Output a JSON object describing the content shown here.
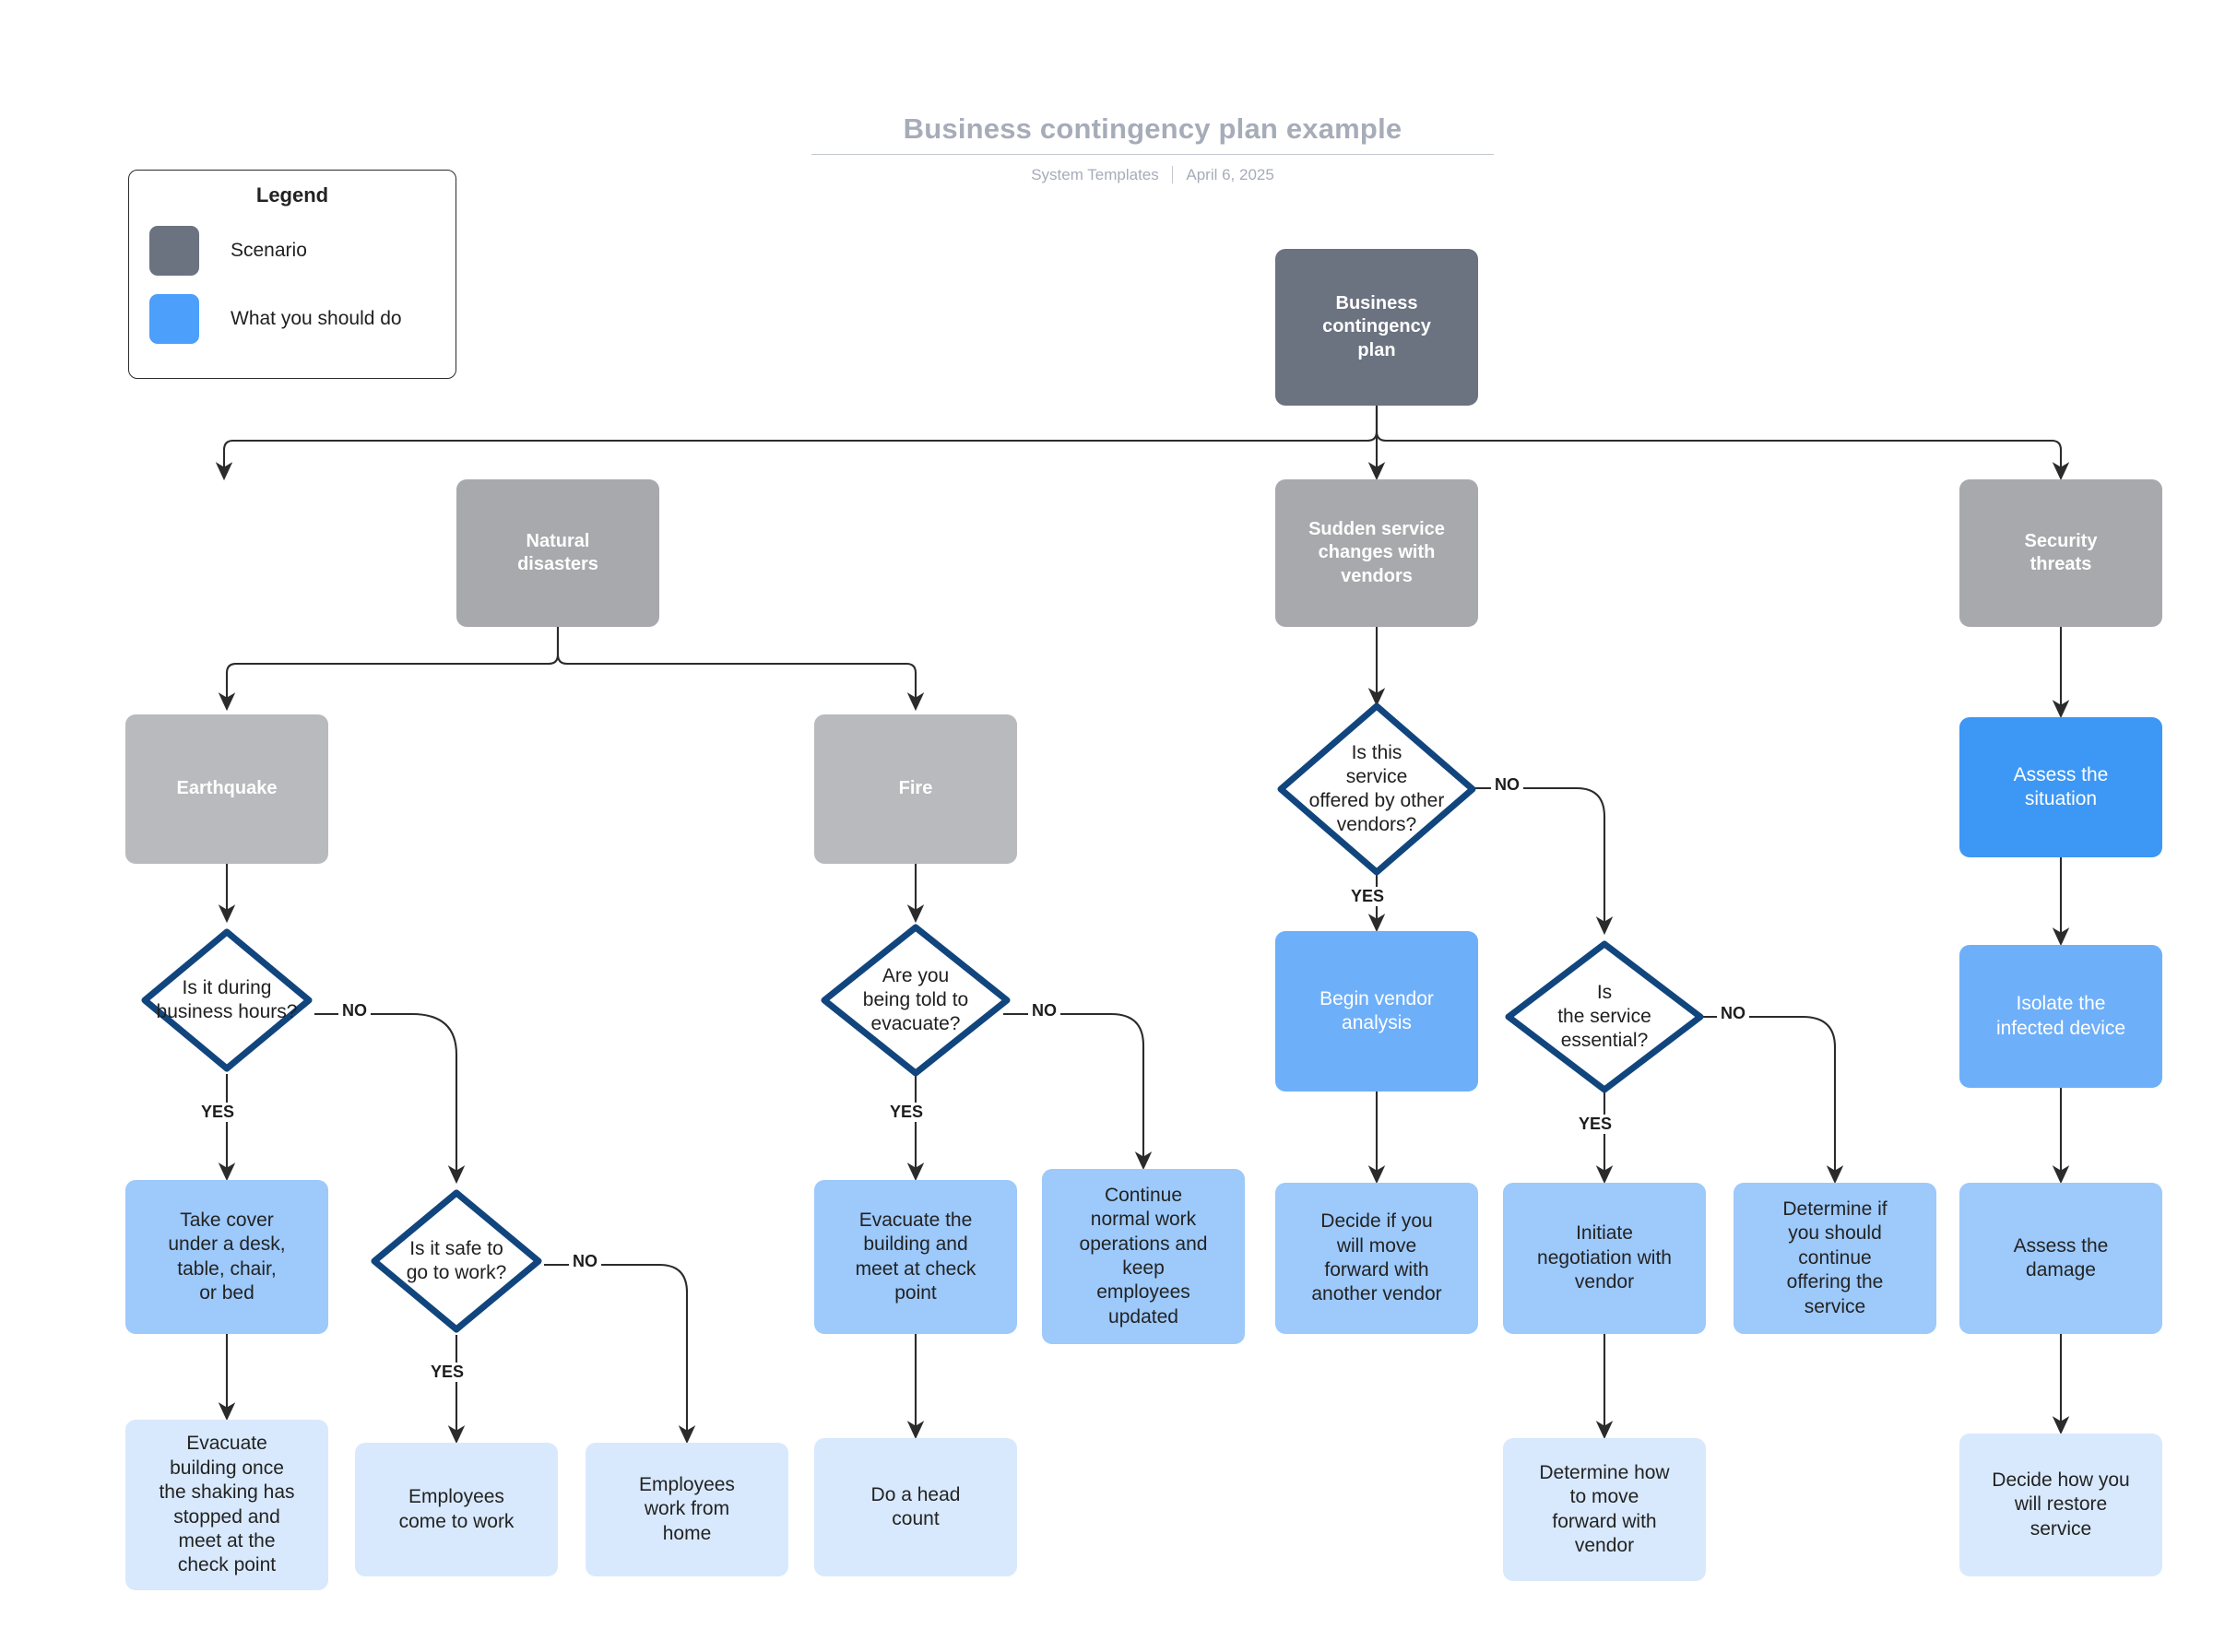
{
  "header": {
    "title": "Business contingency plan example",
    "author": "System Templates",
    "date": "April 6, 2025",
    "separator": "|"
  },
  "legend": {
    "title": "Legend",
    "items": [
      {
        "label": "Scenario",
        "color": "#6b7280",
        "swatch_name": "legend-swatch-scenario"
      },
      {
        "label": "What you should do",
        "color": "#4c9ffb",
        "swatch_name": "legend-swatch-action"
      }
    ]
  },
  "colors": {
    "scenario_root": "#6b7280",
    "scenario": "#a7a9ac",
    "scenario_sub": "#b8babd",
    "action_strong": "#3d97f5",
    "action_bright": "#6eaffa",
    "action_mid": "#9dc9fb",
    "action_light": "#d8e9fd",
    "decision_border": "#11457e",
    "connector": "#2b2b2b"
  },
  "nodes": {
    "root": "Business\ncontingency\nplan",
    "natural_disasters": "Natural\ndisasters",
    "vendor_changes": "Sudden service\nchanges with\nvendors",
    "security_threats": "Security\nthreats",
    "earthquake": "Earthquake",
    "fire": "Fire",
    "q_business_hours": "Is it during\nbusiness hours?",
    "q_safe_to_work": "Is it safe to\ngo to work?",
    "q_told_evacuate": "Are you\nbeing told to\nevacuate?",
    "q_other_vendors": "Is this\nservice\noffered by other\nvendors?",
    "q_service_essential": "Is\nthe service\nessential?",
    "take_cover": "Take cover\nunder a desk,\ntable, chair,\nor bed",
    "evacuate_after_shaking": "Evacuate\nbuilding once\nthe shaking has\nstopped and\nmeet at the\ncheck point",
    "employees_come_to_work": "Employees\ncome to work",
    "employees_work_from_home": "Employees\nwork from\nhome",
    "evacuate_building": "Evacuate the\nbuilding and\nmeet at check\npoint",
    "continue_normal_ops": "Continue\nnormal work\noperations and\nkeep\nemployees\nupdated",
    "do_head_count": "Do a head\ncount",
    "begin_vendor_analysis": "Begin vendor\nanalysis",
    "decide_move_forward": "Decide if you\nwill move\nforward with\nanother vendor",
    "initiate_negotiation": "Initiate\nnegotiation with\nvendor",
    "determine_continue_service": "Determine if\nyou should\ncontinue\noffering the\nservice",
    "determine_move_forward": "Determine how\nto move\nforward with\nvendor",
    "assess_situation": "Assess the\nsituation",
    "isolate_device": "Isolate the\ninfected device",
    "assess_damage": "Assess the\ndamage",
    "decide_restore": "Decide how you\nwill restore\nservice"
  },
  "edge_labels": {
    "yes": "YES",
    "no": "NO"
  },
  "edges": [
    {
      "from": "root",
      "to": "natural_disasters",
      "label": ""
    },
    {
      "from": "root",
      "to": "vendor_changes",
      "label": ""
    },
    {
      "from": "root",
      "to": "security_threats",
      "label": ""
    },
    {
      "from": "natural_disasters",
      "to": "earthquake",
      "label": ""
    },
    {
      "from": "natural_disasters",
      "to": "fire",
      "label": ""
    },
    {
      "from": "earthquake",
      "to": "q_business_hours",
      "label": ""
    },
    {
      "from": "q_business_hours",
      "to": "take_cover",
      "label": "YES"
    },
    {
      "from": "q_business_hours",
      "to": "q_safe_to_work",
      "label": "NO"
    },
    {
      "from": "take_cover",
      "to": "evacuate_after_shaking",
      "label": ""
    },
    {
      "from": "q_safe_to_work",
      "to": "employees_come_to_work",
      "label": "YES"
    },
    {
      "from": "q_safe_to_work",
      "to": "employees_work_from_home",
      "label": "NO"
    },
    {
      "from": "fire",
      "to": "q_told_evacuate",
      "label": ""
    },
    {
      "from": "q_told_evacuate",
      "to": "evacuate_building",
      "label": "YES"
    },
    {
      "from": "q_told_evacuate",
      "to": "continue_normal_ops",
      "label": "NO"
    },
    {
      "from": "evacuate_building",
      "to": "do_head_count",
      "label": ""
    },
    {
      "from": "vendor_changes",
      "to": "q_other_vendors",
      "label": ""
    },
    {
      "from": "q_other_vendors",
      "to": "begin_vendor_analysis",
      "label": "YES"
    },
    {
      "from": "q_other_vendors",
      "to": "q_service_essential",
      "label": "NO"
    },
    {
      "from": "begin_vendor_analysis",
      "to": "decide_move_forward",
      "label": ""
    },
    {
      "from": "q_service_essential",
      "to": "initiate_negotiation",
      "label": "YES"
    },
    {
      "from": "q_service_essential",
      "to": "determine_continue_service",
      "label": "NO"
    },
    {
      "from": "initiate_negotiation",
      "to": "determine_move_forward",
      "label": ""
    },
    {
      "from": "security_threats",
      "to": "assess_situation",
      "label": ""
    },
    {
      "from": "assess_situation",
      "to": "isolate_device",
      "label": ""
    },
    {
      "from": "isolate_device",
      "to": "assess_damage",
      "label": ""
    },
    {
      "from": "assess_damage",
      "to": "decide_restore",
      "label": ""
    }
  ]
}
